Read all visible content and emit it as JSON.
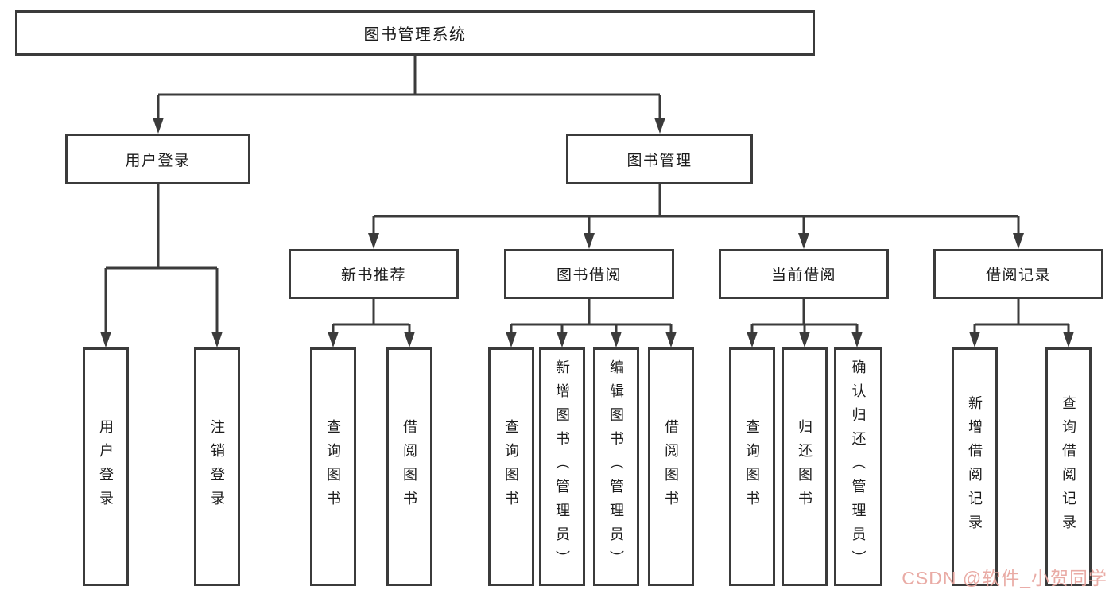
{
  "title": "图书管理系统",
  "colors": {
    "line": "#3b3b3b",
    "box_background": "#ffffff",
    "text": "#1c1c1c",
    "watermark": "#e8a7a1"
  },
  "tree": {
    "root": {
      "label": "图书管理系统"
    },
    "children": [
      {
        "label": "用户登录",
        "children": [
          {
            "label": "用户登录"
          },
          {
            "label": "注销登录"
          }
        ]
      },
      {
        "label": "图书管理",
        "children": [
          {
            "label": "新书推荐",
            "children": [
              {
                "label": "查询图书"
              },
              {
                "label": "借阅图书"
              }
            ]
          },
          {
            "label": "图书借阅",
            "children": [
              {
                "label": "查询图书"
              },
              {
                "label": "新增图书（管理员）"
              },
              {
                "label": "编辑图书（管理员）"
              },
              {
                "label": "借阅图书"
              }
            ]
          },
          {
            "label": "当前借阅",
            "children": [
              {
                "label": "查询图书"
              },
              {
                "label": "归还图书"
              },
              {
                "label": "确认归还（管理员）"
              }
            ]
          },
          {
            "label": "借阅记录",
            "children": [
              {
                "label": "新增借阅记录"
              },
              {
                "label": "查询借阅记录"
              }
            ]
          }
        ]
      }
    ]
  },
  "watermark": {
    "text": "CSDN @软件_小贺同学"
  }
}
